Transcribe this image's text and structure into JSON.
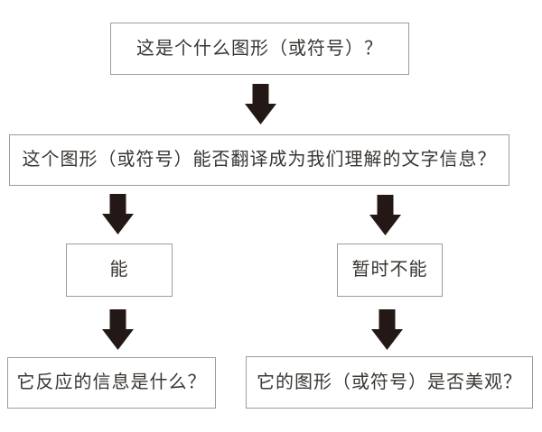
{
  "flowchart": {
    "background_color": "#ffffff",
    "box_border_color": "#9b9b9b",
    "text_color": "#3a3632",
    "arrow_color": "#231815",
    "nodes": {
      "q1": {
        "label": "这是个什么图形（或符号）？"
      },
      "q2": {
        "label": "这个图形（或符号）能否翻译成为我们理解的文字信息？"
      },
      "yes": {
        "label": "能"
      },
      "no": {
        "label": "暂时不能"
      },
      "result_yes": {
        "label": "它反应的信息是什么？"
      },
      "result_no": {
        "label": "它的图形（或符号）是否美观？"
      }
    },
    "edges": [
      {
        "from": "q1",
        "to": "q2"
      },
      {
        "from": "q2",
        "to": "yes"
      },
      {
        "from": "q2",
        "to": "no"
      },
      {
        "from": "yes",
        "to": "result_yes"
      },
      {
        "from": "no",
        "to": "result_no"
      }
    ]
  }
}
